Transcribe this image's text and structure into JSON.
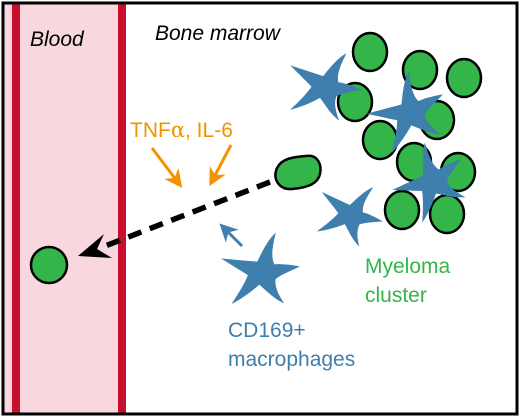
{
  "labels": {
    "blood": "Blood",
    "bone_marrow": "Bone marrow",
    "cytokines_prefix": "TNF",
    "alpha_symbol": "α",
    "cytokines_suffix": ", IL-6",
    "myeloma_line1": "Myeloma",
    "myeloma_line2": "cluster",
    "macrophage_line1": "CD169+",
    "macrophage_line2": "macrophages"
  },
  "colors": {
    "vessel_wall": "#c8102e",
    "blood_fill": "#f8d7df",
    "myeloma_green": "#33b54a",
    "macrophage_blue": "#3e7fad",
    "cytokine_orange": "#f39200",
    "outline_black": "#000000"
  },
  "icons": {
    "myeloma_cell": "green-circle",
    "macrophage": "blue-stellate-cell",
    "migration_arrow": "dashed-arrow"
  }
}
